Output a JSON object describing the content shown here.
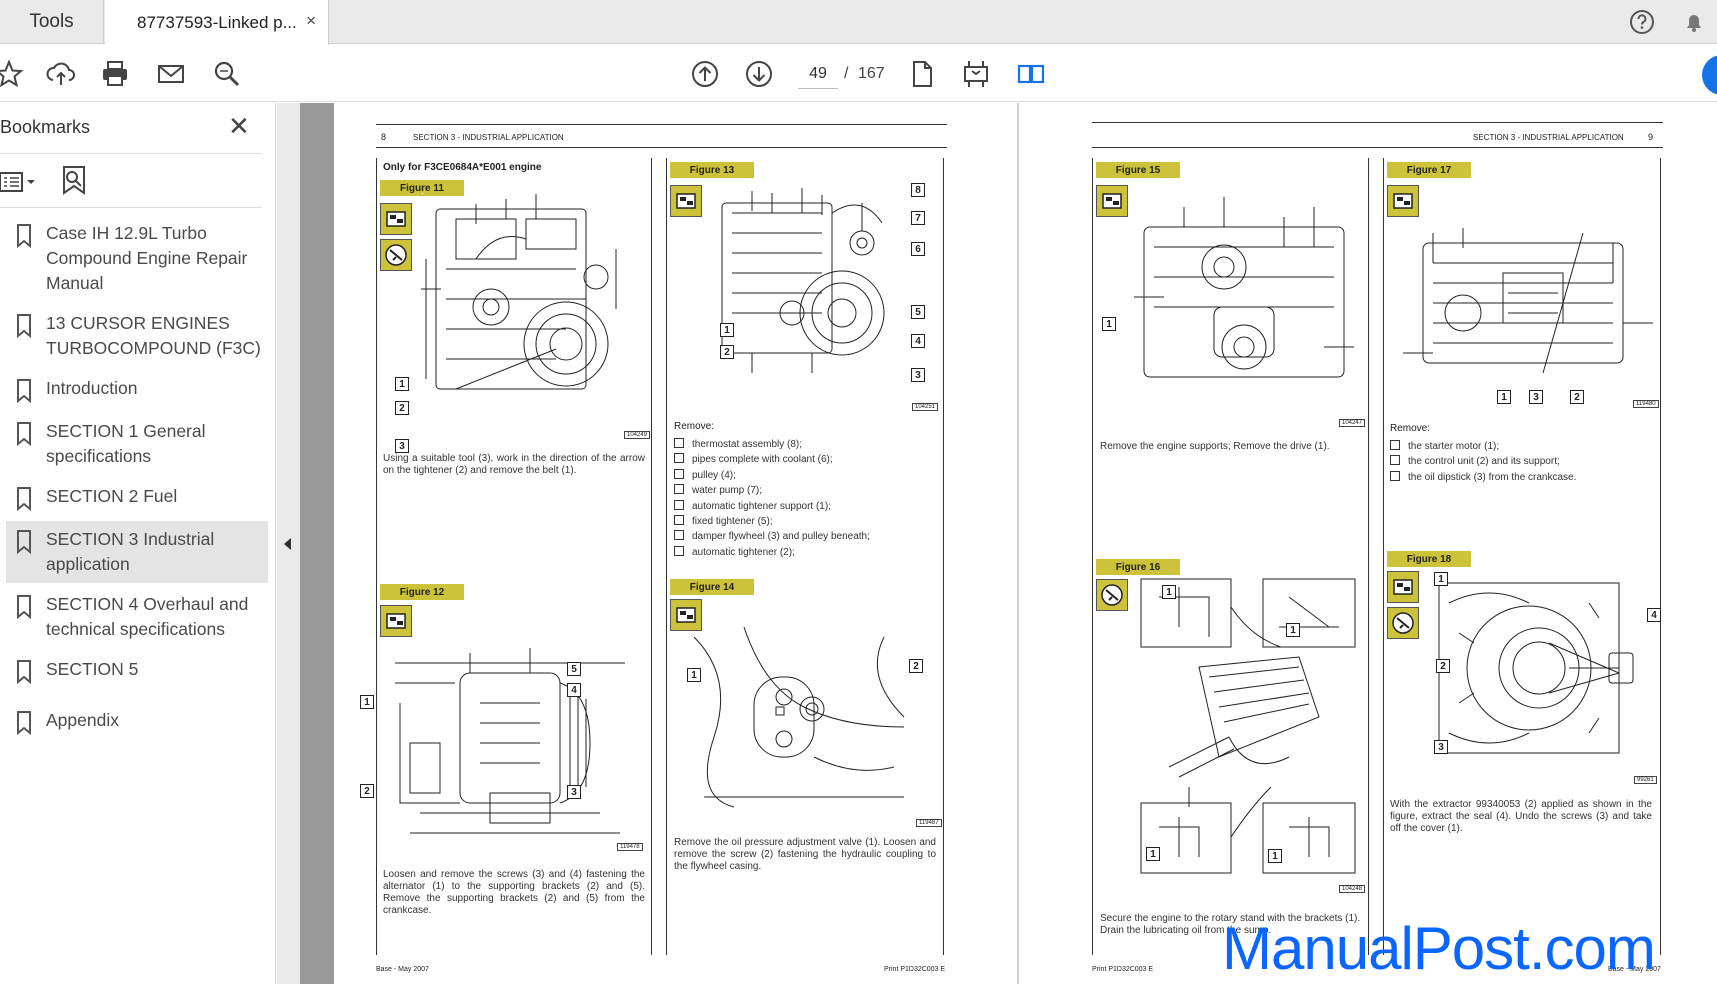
{
  "tabs": {
    "tools_label": "Tools",
    "document_label": "87737593-Linked p...",
    "close_symbol": "×"
  },
  "toolbar": {
    "current_page": "49",
    "page_separator": "/",
    "total_pages": "167"
  },
  "bookmarks": {
    "title": "Bookmarks",
    "close_symbol": "✕",
    "items": [
      {
        "label": "Case IH 12.9L Turbo Compound Engine Repair Manual"
      },
      {
        "label": "13 CURSOR ENGINES TURBOCOMPOUND (F3C)"
      },
      {
        "label": "Introduction"
      },
      {
        "label": "SECTION 1 General specifications"
      },
      {
        "label": "SECTION 2 Fuel"
      },
      {
        "label": "SECTION 3 Industrial application",
        "selected": true
      },
      {
        "label": "SECTION 4 Overhaul and technical specifications"
      },
      {
        "label": "SECTION 5"
      },
      {
        "label": "Appendix"
      }
    ]
  },
  "left_page": {
    "page_number": "8",
    "section_header": "SECTION 3 - INDUSTRIAL APPLICATION",
    "engine_note": "Only for F3CE0684A*E001 engine",
    "fig11": {
      "label": "Figure 11",
      "code": "104249",
      "text": "Using a suitable tool (3), work in the direction of the arrow on the tightener (2) and remove the belt (1).",
      "callouts": [
        "1",
        "2",
        "3"
      ]
    },
    "fig12": {
      "label": "Figure 12",
      "code": "119478",
      "text": "Loosen and remove the screws (3) and (4) fastening the alternator (1) to the supporting brackets (2) and (5). Remove the supporting brackets (2) and (5) from the crankcase.",
      "callouts": [
        "5",
        "4",
        "1",
        "2",
        "3"
      ]
    },
    "fig13": {
      "label": "Figure 13",
      "code": "104251",
      "remove_heading": "Remove:",
      "remove_items": [
        "thermostat assembly (8);",
        "pipes complete with coolant (6);",
        "pulley (4);",
        "water pump (7);",
        "automatic tightener support (1);",
        "fixed tightener (5);",
        "damper flywheel (3) and pulley beneath;",
        "automatic tightener (2);"
      ],
      "callouts": [
        "8",
        "7",
        "6",
        "5",
        "4",
        "3",
        "1",
        "2"
      ]
    },
    "fig14": {
      "label": "Figure 14",
      "code": "119487",
      "text": "Remove the oil pressure adjustment valve (1). Loosen and remove the screw (2) fastening the hydraulic coupling to the flywheel casing.",
      "callouts": [
        "1",
        "2"
      ]
    },
    "footer_left": "Base - May 2007",
    "footer_right": "Print P1D32C003 E"
  },
  "right_page": {
    "page_number": "9",
    "section_header": "SECTION 3 - INDUSTRIAL APPLICATION",
    "fig15": {
      "label": "Figure 15",
      "code": "104247",
      "text": "Remove the engine supports; Remove the drive (1).",
      "callouts": [
        "1"
      ]
    },
    "fig16": {
      "label": "Figure 16",
      "code": "104248",
      "text": "Secure the engine to the rotary stand with the brackets (1). Drain the lubricating oil from the sump.",
      "callouts": [
        "1",
        "1",
        "1",
        "1"
      ]
    },
    "fig17": {
      "label": "Figure 17",
      "code": "119480",
      "remove_heading": "Remove:",
      "remove_items": [
        "the starter motor (1);",
        "the control unit (2) and its support;",
        "the oil dipstick (3) from the crankcase."
      ],
      "callouts": [
        "1",
        "3",
        "2"
      ]
    },
    "fig18": {
      "label": "Figure 18",
      "code": "99261",
      "text": "With the extractor 99340053 (2) applied as shown in the figure, extract the seal (4). Undo the screws (3) and take off the cover (1).",
      "callouts": [
        "1",
        "4",
        "2",
        "3"
      ]
    },
    "footer_left": "Print P1D32C003 E",
    "footer_right": "Base - May 2007"
  },
  "watermark": "ManualPost.com",
  "colors": {
    "figure_label": "#cdc33a",
    "accent_blue": "#1473e6",
    "watermark_blue": "#0a66ff",
    "selected_bookmark": "#e4e4e4"
  }
}
